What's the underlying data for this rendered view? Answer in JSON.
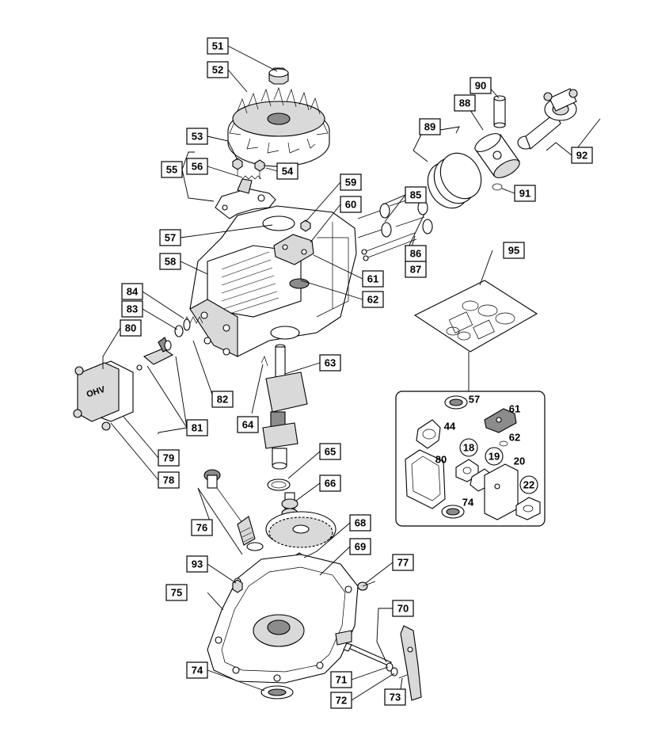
{
  "labels": [
    {
      "id": "51",
      "text": "51"
    },
    {
      "id": "52",
      "text": "52"
    },
    {
      "id": "53",
      "text": "53"
    },
    {
      "id": "54",
      "text": "54"
    },
    {
      "id": "55",
      "text": "55"
    },
    {
      "id": "56",
      "text": "56"
    },
    {
      "id": "57",
      "text": "57"
    },
    {
      "id": "58",
      "text": "58"
    },
    {
      "id": "59",
      "text": "59"
    },
    {
      "id": "60",
      "text": "60"
    },
    {
      "id": "61",
      "text": "61"
    },
    {
      "id": "62",
      "text": "62"
    },
    {
      "id": "63",
      "text": "63"
    },
    {
      "id": "64",
      "text": "64"
    },
    {
      "id": "65",
      "text": "65"
    },
    {
      "id": "66",
      "text": "66"
    },
    {
      "id": "68",
      "text": "68"
    },
    {
      "id": "69",
      "text": "69"
    },
    {
      "id": "70",
      "text": "70"
    },
    {
      "id": "71",
      "text": "71"
    },
    {
      "id": "72",
      "text": "72"
    },
    {
      "id": "73",
      "text": "73"
    },
    {
      "id": "74",
      "text": "74"
    },
    {
      "id": "75",
      "text": "75"
    },
    {
      "id": "76",
      "text": "76"
    },
    {
      "id": "77",
      "text": "77"
    },
    {
      "id": "78",
      "text": "78"
    },
    {
      "id": "79",
      "text": "79"
    },
    {
      "id": "80",
      "text": "80"
    },
    {
      "id": "81",
      "text": "81"
    },
    {
      "id": "82",
      "text": "82"
    },
    {
      "id": "83",
      "text": "83"
    },
    {
      "id": "84",
      "text": "84"
    },
    {
      "id": "85",
      "text": "85"
    },
    {
      "id": "86",
      "text": "86"
    },
    {
      "id": "87",
      "text": "87"
    },
    {
      "id": "88",
      "text": "88"
    },
    {
      "id": "89",
      "text": "89"
    },
    {
      "id": "90",
      "text": "90"
    },
    {
      "id": "91",
      "text": "91"
    },
    {
      "id": "92",
      "text": "92"
    },
    {
      "id": "93",
      "text": "93"
    },
    {
      "id": "95",
      "text": "95"
    }
  ],
  "gasket_kit_labels": [
    {
      "id": "k57",
      "text": "57"
    },
    {
      "id": "k61",
      "text": "61"
    },
    {
      "id": "k44",
      "text": "44"
    },
    {
      "id": "k62",
      "text": "62"
    },
    {
      "id": "k80",
      "text": "80"
    },
    {
      "id": "k74",
      "text": "74"
    },
    {
      "id": "k20",
      "text": "20"
    }
  ],
  "gasket_kit_circles": [
    {
      "id": "c18",
      "text": "18"
    },
    {
      "id": "c19",
      "text": "19"
    },
    {
      "id": "c22",
      "text": "22"
    }
  ],
  "valve_cover_text": "OHV"
}
